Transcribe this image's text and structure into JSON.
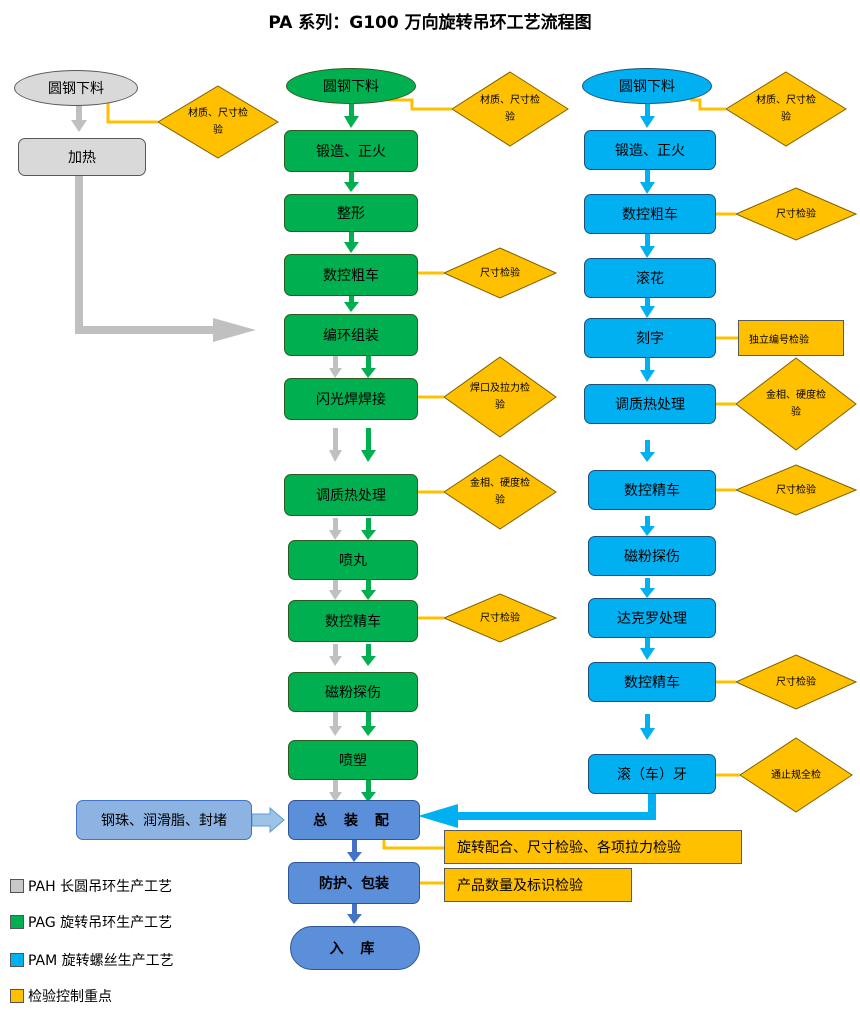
{
  "title": "PA 系列：G100 万向旋转吊环工艺流程图",
  "colors": {
    "pah_gray": "#d9d9d9",
    "pag_green": "#00b050",
    "pam_blue": "#00b0f0",
    "inspection_orange": "#ffc000",
    "assembly_blue": "#5b8fd9",
    "arrow_green": "#00b050",
    "arrow_blue": "#00b0f0",
    "arrow_gray": "#c0c0c0",
    "line_orange": "#ffc000"
  },
  "pah": {
    "start": "圆钢下料",
    "heat": "加热",
    "check_material": "材质、尺寸检验"
  },
  "pag": {
    "start": "圆钢下料",
    "forge": "锻造、正火",
    "shape": "整形",
    "cnc_rough": "数控粗车",
    "ring_assembly": "编环组装",
    "flash_weld": "闪光焊焊接",
    "heat_treat": "调质热处理",
    "shot_blast": "喷丸",
    "cnc_finish": "数控精车",
    "magnetic_test": "磁粉探伤",
    "spray": "喷塑",
    "check_material": "材质、尺寸检验",
    "check_size_1": "尺寸检验",
    "check_weld": "焊口及拉力检验",
    "check_hardness": "金相、硬度检验",
    "check_size_2": "尺寸检验"
  },
  "pam": {
    "start": "圆钢下料",
    "forge": "锻造、正火",
    "cnc_rough": "数控粗车",
    "knurl": "滚花",
    "engrave": "刻字",
    "heat_treat": "调质热处理",
    "cnc_finish_1": "数控精车",
    "magnetic_test": "磁粉探伤",
    "dacro": "达克罗处理",
    "cnc_finish_2": "数控精车",
    "thread": "滚（车）牙",
    "check_material": "材质、尺寸检验",
    "check_size_1": "尺寸检验",
    "check_serial": "独立编号检验",
    "check_hardness": "金相、硬度检验",
    "check_size_2": "尺寸检验",
    "check_size_3": "尺寸检验",
    "check_gauge": "通止规全检"
  },
  "final": {
    "parts": "钢珠、润滑脂、封堵",
    "assembly": "总 装 配",
    "assembly_check": "旋转配合、尺寸检验、各项拉力检验",
    "packing": "防护、包装",
    "packing_check": "产品数量及标识检验",
    "storage": "入 库"
  },
  "legend": [
    {
      "label": "PAH 长圆吊环生产工艺",
      "color": "#c8c8c8"
    },
    {
      "label": "PAG 旋转吊环生产工艺",
      "color": "#00b050"
    },
    {
      "label": "PAM 旋转螺丝生产工艺",
      "color": "#00b0f0"
    },
    {
      "label": "检验控制重点",
      "color": "#ffc000"
    }
  ]
}
